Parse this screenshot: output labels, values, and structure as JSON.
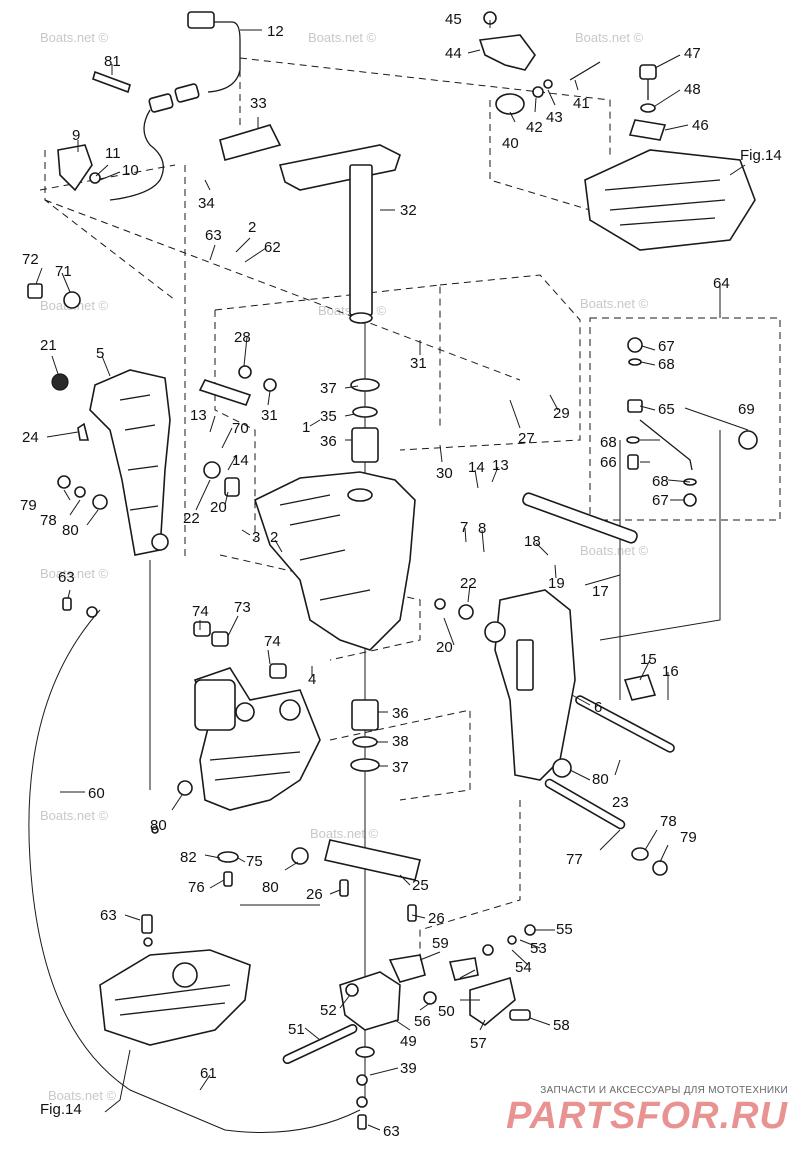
{
  "callouts": [
    "1",
    "2",
    "3",
    "4",
    "5",
    "6",
    "7",
    "8",
    "9",
    "10",
    "11",
    "12",
    "13",
    "14",
    "15",
    "16",
    "17",
    "18",
    "19",
    "20",
    "21",
    "22",
    "23",
    "24",
    "25",
    "26",
    "27",
    "28",
    "29",
    "30",
    "31",
    "32",
    "33",
    "34",
    "35",
    "36",
    "37",
    "38",
    "39",
    "40",
    "41",
    "42",
    "43",
    "44",
    "45",
    "46",
    "47",
    "48",
    "49",
    "50",
    "51",
    "52",
    "53",
    "54",
    "55",
    "56",
    "57",
    "58",
    "59",
    "60",
    "61",
    "62",
    "63",
    "64",
    "65",
    "66",
    "67",
    "68",
    "69",
    "70",
    "71",
    "72",
    "73",
    "74",
    "75",
    "76",
    "77",
    "78",
    "79",
    "80",
    "81",
    "82"
  ],
  "figure_refs": {
    "top": "Fig.14",
    "bottom": "Fig.14"
  },
  "watermark": "Boats.net ©",
  "banner": {
    "caption": "ЗАПЧАСТИ И АКСЕССУАРЫ ДЛЯ МОТОТЕХНИКИ",
    "logo": "PARTSFOR.RU",
    "color": "#d63a3a"
  }
}
